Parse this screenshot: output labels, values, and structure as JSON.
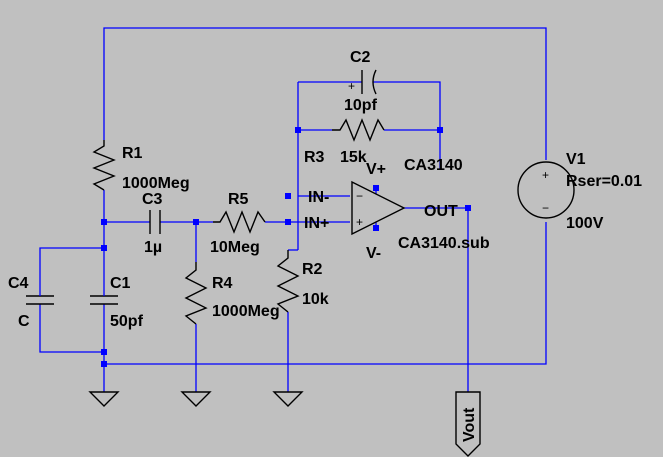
{
  "components": {
    "r1": {
      "ref": "R1",
      "value": "1000Meg"
    },
    "r2": {
      "ref": "R2",
      "value": "10k"
    },
    "r3": {
      "ref": "R3",
      "value": "15k"
    },
    "r4": {
      "ref": "R4",
      "value": "1000Meg"
    },
    "r5": {
      "ref": "R5",
      "value": "10Meg"
    },
    "c1": {
      "ref": "C1",
      "value": "50pf"
    },
    "c2": {
      "ref": "C2",
      "value": "10pf"
    },
    "c3": {
      "ref": "C3",
      "value": "1µ"
    },
    "c4": {
      "ref": "C4",
      "value": "C"
    },
    "v1": {
      "ref": "V1",
      "param": "Rser=0.01",
      "value": "100V"
    },
    "u1": {
      "model": "CA3140",
      "lib": "CA3140.sub",
      "pin_in_minus": "IN-",
      "pin_in_plus": "IN+",
      "pin_out": "OUT",
      "pin_vplus": "V+",
      "pin_vminus": "V-"
    }
  },
  "net_label": "Vout",
  "symbols": {
    "plus": "+",
    "minus": "−"
  },
  "colors": {
    "background": "#c0c0c0",
    "wire": "#0000ff",
    "component": "#000000"
  }
}
